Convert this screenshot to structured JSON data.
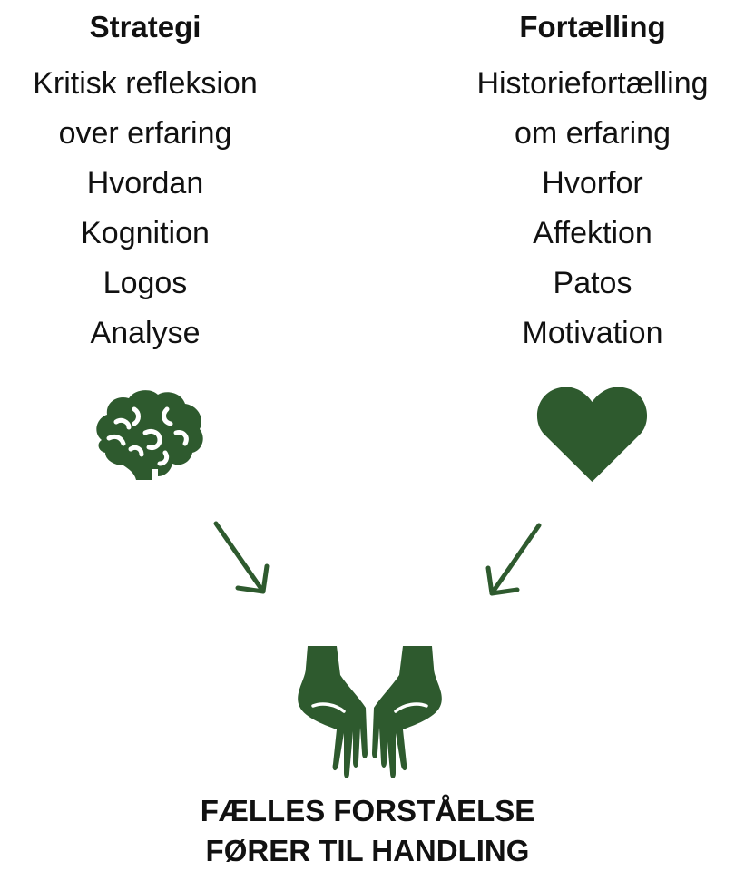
{
  "left_column": {
    "title": "Strategi",
    "lines": [
      "Kritisk refleksion",
      "over erfaring",
      "Hvordan",
      "Kognition",
      "Logos",
      "Analyse"
    ]
  },
  "right_column": {
    "title": "Fortælling",
    "lines": [
      "Historiefortælling",
      "om erfaring",
      "Hvorfor",
      "Affektion",
      "Patos",
      "Motivation"
    ]
  },
  "icons": {
    "left": "brain-icon",
    "right": "heart-icon",
    "center": "open-hands-icon",
    "accent_color": "#2e5a2e"
  },
  "conclusion": {
    "line1": "FÆLLES FORSTÅELSE",
    "line2": "FØRER TIL HANDLING"
  }
}
